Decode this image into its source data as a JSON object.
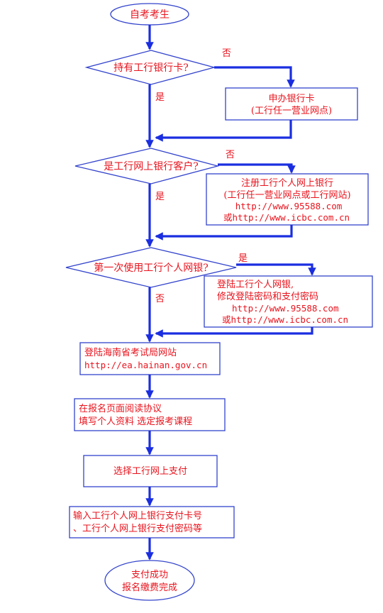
{
  "colors": {
    "text": "#e8141e",
    "border": "#3344cc",
    "flow": "#1a2ee0",
    "background": "#ffffff"
  },
  "start": "自考考生",
  "decision1": {
    "question": "持有工行银行卡?",
    "no": "否",
    "yes": "是"
  },
  "apply_card": {
    "line1": "申办银行卡",
    "line2": "(工行任一营业网点)"
  },
  "decision2": {
    "question": "是工行网上银行客户?",
    "no": "否",
    "yes": "是"
  },
  "register": {
    "line1": "注册工行个人网上银行",
    "line2": "(工行任一营业网点或工行网站)",
    "line3": "http://www.95588.com",
    "line4": "或http://www.icbc.com.cn"
  },
  "decision3": {
    "question": "第一次使用工行个人网银?",
    "yes": "是",
    "no": "否"
  },
  "first_login": {
    "line1": "登陆工行个人网银,",
    "line2": "修改登陆密码和支付密码",
    "line3": "http://www.95588.com",
    "line4": "或http://www.icbc.com.cn"
  },
  "login_site": {
    "line1": "登陆海南省考试局网站",
    "line2": "http://ea.hainan.gov.cn"
  },
  "read_agreement": {
    "line1": "在报名页面阅读协议",
    "line2": "填写个人资料 选定报考课程"
  },
  "select_pay": "选择工行网上支付",
  "enter_card": {
    "line1": "输入工行个人网上银行支付卡号",
    "line2": "、工行个人网上银行支付密码等"
  },
  "end": {
    "line1": "支付成功",
    "line2": "报名缴费完成"
  }
}
